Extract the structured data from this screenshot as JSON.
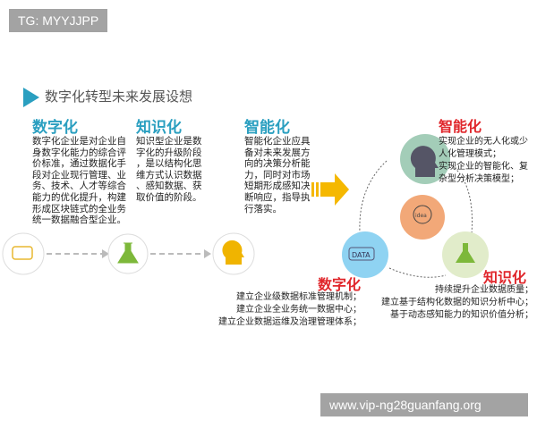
{
  "watermark_top": "TG: MYYJJPP",
  "watermark_bottom": "www.vip-ng28guanfang.org",
  "title": "数字化转型未来发展设想",
  "columns": [
    {
      "heading": "数字化",
      "lines": [
        "数字化企业是对企业自",
        "身数字化能力的综合评",
        "价标准，通过数据化手",
        "段对企业现行管理、业",
        "务、技术、人才等综合",
        "能力的优化提升，构建",
        "形成区块链式的全业务",
        "统一数据融合型企业。"
      ]
    },
    {
      "heading": "知识化",
      "lines": [
        "知识型企业是数",
        "字化的升级阶段",
        "，是以结构化思",
        "维方式认识数据",
        "、感知数据、获",
        "取价值的阶段。"
      ]
    },
    {
      "heading": "智能化",
      "lines": [
        "智能化企业应具",
        "备对未来发展方",
        "向的决策分析能",
        "力，同时对市场",
        "短期形成感知决",
        "断响应，指导执",
        "行落实。"
      ]
    }
  ],
  "cycle": {
    "intelligent": {
      "heading": "智能化",
      "lines": [
        "实现企业的无人化或少",
        "人化管理模式；",
        "实现企业的智能化、复",
        "杂型分析决策模型；"
      ]
    },
    "knowledge": {
      "heading": "知识化",
      "lines": [
        "持续提升企业数据质量；",
        "建立基于结构化数据的知识分析中心；",
        "基于动态感知能力的知识价值分析；"
      ]
    },
    "digital": {
      "heading": "数字化",
      "lines": [
        "建立企业级数据标准管理机制；",
        "建立企业全业务统一数据中心；",
        "建立企业数据运维及治理管理体系；"
      ]
    },
    "data_icon_label": "DATA",
    "idea_icon_label": "idea"
  },
  "colors": {
    "teal": "#2a9fc0",
    "red": "#e0262b",
    "arrow": "#f5b800"
  }
}
